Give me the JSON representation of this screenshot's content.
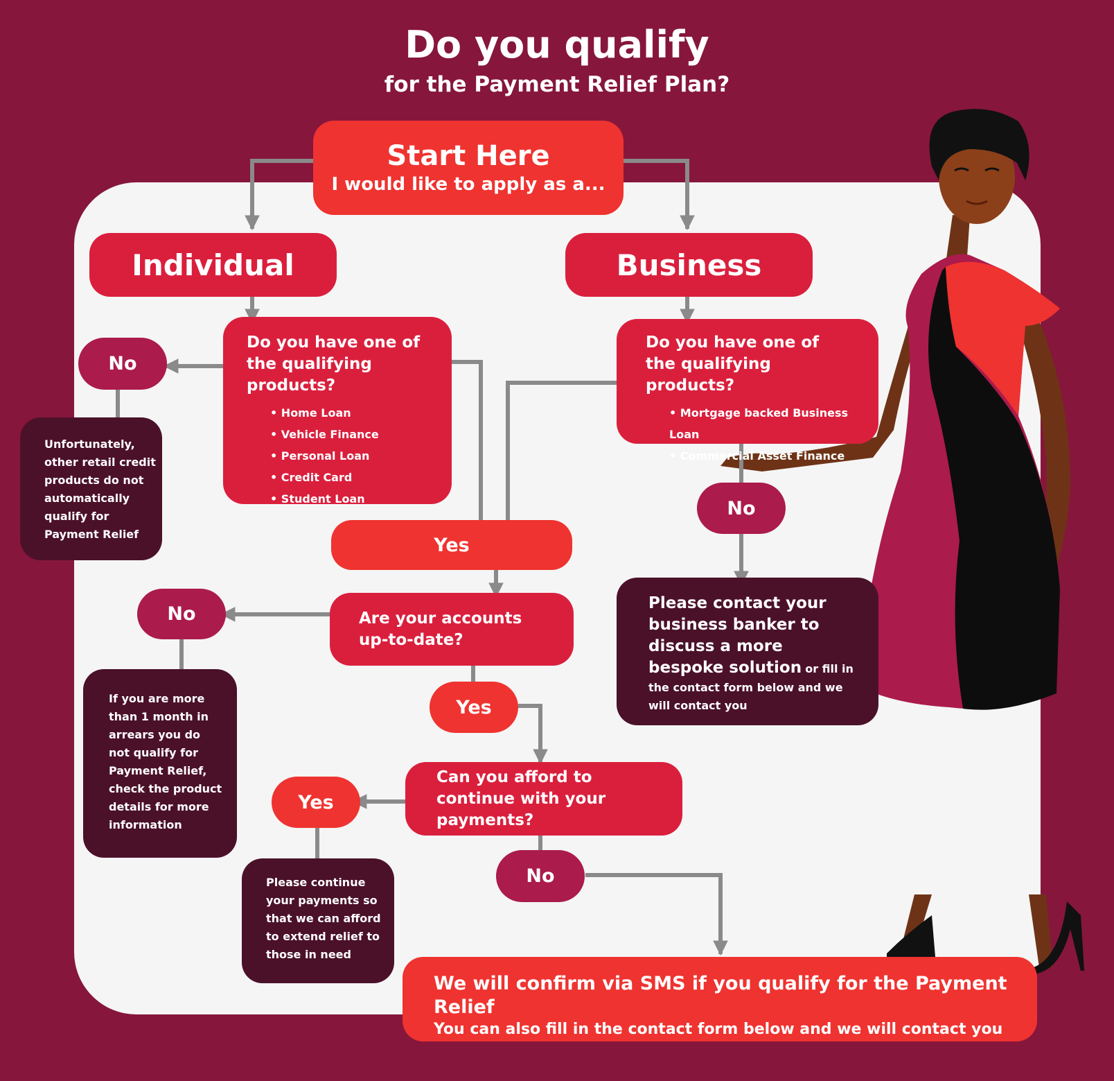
{
  "header": {
    "title": "Do you qualify",
    "subtitle": "for the Payment Relief Plan?"
  },
  "start": {
    "heading": "Start Here",
    "subheading": "I would like to apply as a..."
  },
  "individual": {
    "label": "Individual",
    "question": "Do you have one of the qualifying products?",
    "products": [
      "Home Loan",
      "Vehicle Finance",
      "Personal Loan",
      "Credit Card",
      "Student Loan"
    ],
    "no_label": "No",
    "no_message": "Unfortunately, other retail credit products do not automatically qualify for Payment Relief"
  },
  "business": {
    "label": "Business",
    "question": "Do you have one of the qualifying products?",
    "products": [
      "Mortgage backed Business Loan",
      "Commercial Asset Finance"
    ],
    "no_label": "No",
    "no_message_bold": "Please contact your business banker to discuss a more bespoke solution",
    "no_message_regular": "or fill in the contact form below and we will contact you"
  },
  "yes_merge": {
    "label": "Yes"
  },
  "accounts": {
    "question": "Are your accounts up-to-date?",
    "no_label": "No",
    "no_message": "If you are more than 1 month in arrears you do not qualify for Payment Relief, check the product details for more information",
    "yes_label": "Yes"
  },
  "afford": {
    "question": "Can you afford to continue with your payments?",
    "yes_label": "Yes",
    "yes_message": "Please continue your payments so that we can afford to extend relief to those in need",
    "no_label": "No"
  },
  "final": {
    "main": "We will confirm via SMS if you qualify for the Payment Relief",
    "sub": "You can also fill in the contact form below and we will contact you"
  },
  "colors": {
    "background": "#86163c",
    "panel": "#f5f5f5",
    "red": "#ef3330",
    "crimson": "#da1f3d",
    "plum": "#ab1b4b",
    "dark": "#4b1129",
    "connector": "#8a8a8a"
  }
}
